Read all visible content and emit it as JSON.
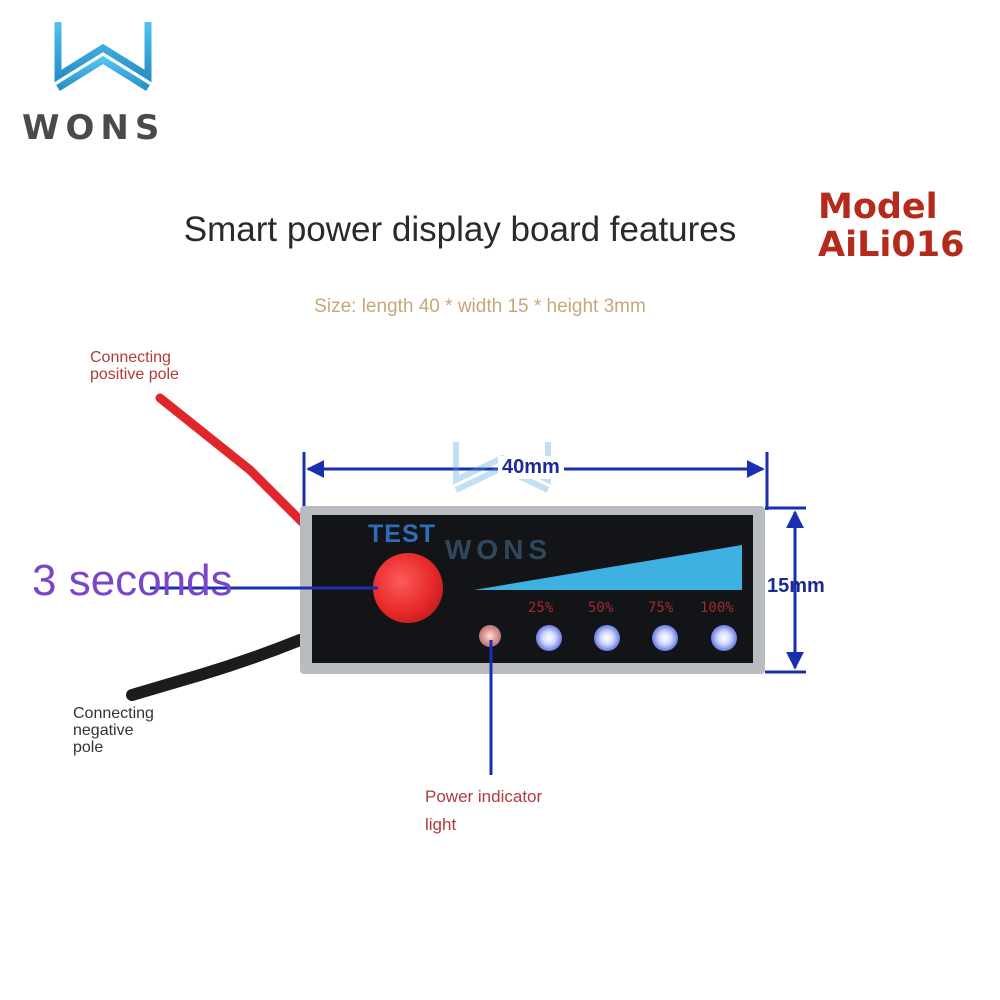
{
  "brand": {
    "name": "WONS"
  },
  "title": "Smart power display board features",
  "model": {
    "line1": "Model",
    "line2": "AiLi016"
  },
  "size_text": "Size: length 40 * width 15 * height 3mm",
  "labels": {
    "positive": [
      "Connecting",
      "positive pole"
    ],
    "negative": [
      "Connecting",
      "negative",
      "pole"
    ],
    "power": [
      "Power indicator",
      "light"
    ],
    "seconds": "3 seconds"
  },
  "dimensions": {
    "length": "40mm",
    "width": "15mm"
  },
  "board": {
    "test_label": "TEST",
    "levels": [
      "25%",
      "50%",
      "75%",
      "100%"
    ]
  },
  "colors": {
    "positive_wire": "#e0262b",
    "negative_wire": "#1c1c1c",
    "callout_line": "#1a2fb0",
    "gauge_fill": "#3fb1e0"
  },
  "icons": {
    "logo": "wons-w-logo",
    "watermark": "wons-watermark"
  }
}
